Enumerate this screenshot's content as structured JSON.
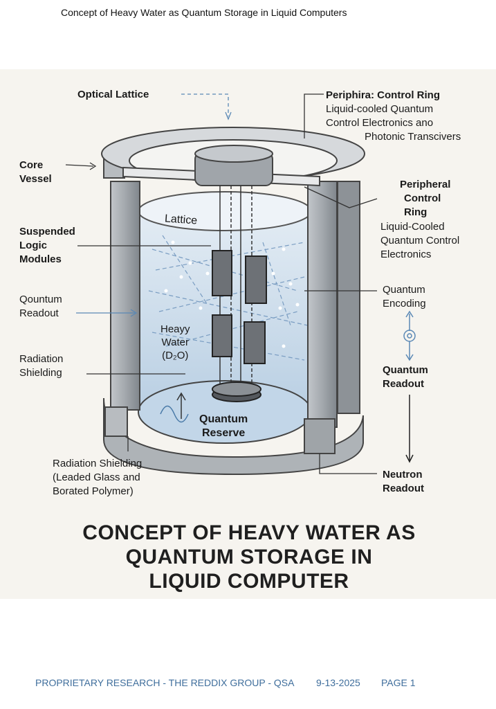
{
  "header": {
    "title": "Concept of Heavy Water as Quantum Storage in Liquid Computers"
  },
  "labels": {
    "optical_lattice": "Optical Lattice",
    "periph_top_title": "Periphira: Control Ring",
    "periph_top_line1": "Liquid-cooled Quantum",
    "periph_top_line2": "Control Electronics ano",
    "periph_top_line3": "Photonic Transcivers",
    "core_vessel_1": "Core",
    "core_vessel_2": "Vessel",
    "periph_right_1": "Peripheral",
    "periph_right_2": "Control",
    "periph_right_3": "Ring",
    "periph_right_desc1": "Liquid-Cooled",
    "periph_right_desc2": "Quantum Control",
    "periph_right_desc3": "Electronics",
    "lattice": "Lattice",
    "suspended_1": "Suspended",
    "suspended_2": "Logic",
    "suspended_3": "Modules",
    "qountum_1": "Qountum",
    "qountum_2": "Readout",
    "quantum_encoding_1": "Quantum",
    "quantum_encoding_2": "Encoding",
    "heavy_water_1": "Heayy",
    "heavy_water_2": "Water",
    "heavy_water_3": "(D₂O)",
    "rad_shield_1": "Radiation",
    "rad_shield_2": "Shielding",
    "quantum_readout_1": "Quantum",
    "quantum_readout_2": "Readout",
    "quantum_reserve_1": "Quantum",
    "quantum_reserve_2": "Reserve",
    "rad_shield_bottom_1": "Radiation Shielding",
    "rad_shield_bottom_2": "(Leaded Glass and",
    "rad_shield_bottom_3": "Borated Polymer)",
    "neutron_1": "Neutron",
    "neutron_2": "Readout"
  },
  "main_title": {
    "line1": "CONCEPT OF HEAVY WATER AS",
    "line2": "QUANTUM STORAGE IN",
    "line3": "LIQUID COMPUTER"
  },
  "footer": {
    "left": "PROPRIETARY RESEARCH - THE REDDIX GROUP - QSA",
    "date": "9-13-2025",
    "page": "PAGE 1"
  },
  "colors": {
    "footer_text": "#3f6e9c",
    "water": "#c9dcec",
    "steel": "#9ea3a8",
    "arrow_blue": "#5a88b5"
  }
}
